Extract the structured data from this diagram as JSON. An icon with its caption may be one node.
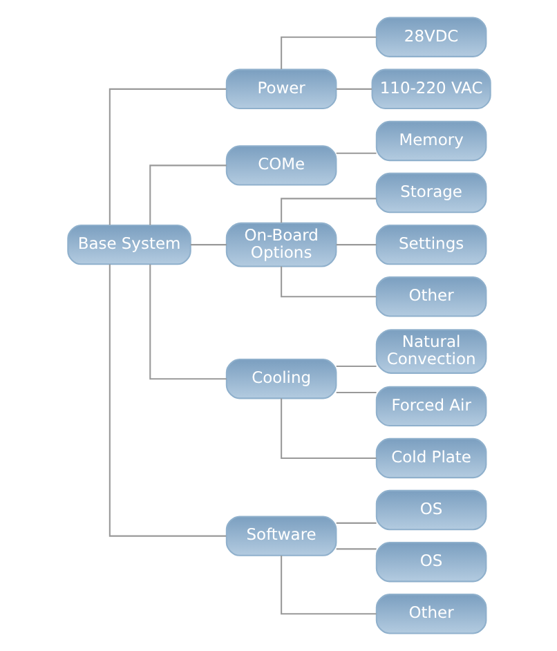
{
  "diagram": {
    "nodes": [
      {
        "text": [
          "Base System"
        ]
      },
      {
        "text": [
          "Power"
        ]
      },
      {
        "text": [
          "28VDC"
        ]
      },
      {
        "text": [
          "110-220 VAC"
        ]
      },
      {
        "text": [
          "COMe"
        ]
      },
      {
        "text": [
          "Memory"
        ]
      },
      {
        "text": [
          "On-Board Options"
        ]
      },
      {
        "text": [
          "Storage"
        ]
      },
      {
        "text": [
          "Settings"
        ]
      },
      {
        "text": [
          "Other"
        ]
      },
      {
        "text": [
          "Cooling"
        ]
      },
      {
        "text": [
          "Natural Convection"
        ]
      },
      {
        "text": [
          "Forced Air"
        ]
      },
      {
        "text": [
          "Cold Plate"
        ]
      },
      {
        "text": [
          "Software"
        ]
      },
      {
        "text": [
          "OS"
        ]
      },
      {
        "text": [
          "OS"
        ]
      },
      {
        "text": [
          "Other"
        ]
      }
    ],
    "edges": [
      {
        "from": 0,
        "to": 1,
        "arrow": "none"
      },
      {
        "from": 0,
        "to": 4,
        "arrow": "none"
      },
      {
        "from": 0,
        "to": 6,
        "arrow": "none"
      },
      {
        "from": 0,
        "to": 10,
        "arrow": "none"
      },
      {
        "from": 0,
        "to": 14,
        "arrow": "none"
      },
      {
        "from": 1,
        "to": 2,
        "arrow": "none"
      },
      {
        "from": 1,
        "to": 3,
        "arrow": "none"
      },
      {
        "from": 4,
        "to": 5,
        "arrow": "none"
      },
      {
        "from": 6,
        "to": 7,
        "arrow": "none"
      },
      {
        "from": 6,
        "to": 8,
        "arrow": "none"
      },
      {
        "from": 6,
        "to": 9,
        "arrow": "none"
      },
      {
        "from": 10,
        "to": 11,
        "arrow": "none"
      },
      {
        "from": 10,
        "to": 12,
        "arrow": "none"
      },
      {
        "from": 10,
        "to": 13,
        "arrow": "none"
      },
      {
        "from": 14,
        "to": 15,
        "arrow": "none"
      },
      {
        "from": 14,
        "to": 16,
        "arrow": "none"
      },
      {
        "from": 14,
        "to": 17,
        "arrow": "none"
      }
    ]
  }
}
